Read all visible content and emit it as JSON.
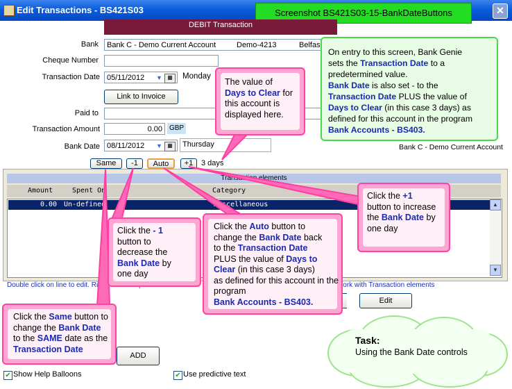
{
  "window": {
    "title": "Edit Transactions  -  BS421S03",
    "close_glyph": "✕",
    "screenshot_label": "Screenshot BS421S03-15-BankDateButtons"
  },
  "header": {
    "debit_transaction": "DEBIT Transaction"
  },
  "form": {
    "bank_label": "Bank",
    "bank_value": "Bank C - Demo Current Account",
    "bank_code": "Demo-4213",
    "bank_location": "Belfast",
    "cheque_label": "Cheque Number",
    "cheque_value": "",
    "trans_date_label": "Transaction Date",
    "trans_date_value": "05/11/2012",
    "trans_day": "Monday",
    "link_invoice": "Link to Invoice",
    "paid_to_label": "Paid to",
    "amount_label": "Transaction Amount",
    "amount_value": "0.00",
    "currency": "GBP",
    "bank_date_label": "Bank Date",
    "bank_date_value": "08/11/2012",
    "bank_day": "Thursday",
    "account_name": "Bank C - Demo Current Account"
  },
  "date_buttons": {
    "same": "Same",
    "minus": "-1",
    "auto": "Auto",
    "plus": "+1",
    "days": "3 days"
  },
  "grid": {
    "caption": "Transaction elements",
    "col_amount": "Amount",
    "col_spent_on": "Spent On",
    "col_category": "Category",
    "row_amount": "0.00",
    "row_spent_on": "Un-defined",
    "row_category": "Miscellaneous"
  },
  "hint": {
    "left": "Double click on line to edit. Right click for options",
    "right": "Work with Transaction elements"
  },
  "buttons": {
    "edit": "Edit",
    "add": "ADD"
  },
  "footer": {
    "show_help": "Show Help Balloons",
    "predictive": "Use predictive text",
    "check_glyph": "✔"
  },
  "callouts": {
    "days_to_clear": [
      "The value of",
      "Days to Clear",
      "for",
      "this account is",
      "displayed here."
    ],
    "info": {
      "p1": "On entry to this screen, Bank Genie",
      "p2": "sets the",
      "p2b": "Transaction Date",
      "p2c": "to a",
      "p3": "predetermined value.",
      "p4": "Bank Date",
      "p4b": "is also set - to the",
      "p5": "Transaction Date",
      "p5b": "PLUS the value of",
      "p6": "Days to Clear",
      "p6b": "(in this case 3 days) as",
      "p7": "defined for this account in the program",
      "p8": "Bank Accounts - BS403."
    },
    "plus": {
      "a": "Click the",
      "b": "+1",
      "c": "button to increase",
      "d": "the",
      "e": "Bank Date",
      "f": "by",
      "g": "one day"
    },
    "minus": {
      "a": "Click the",
      "b": "- 1",
      "c": "button to",
      "d": "decrease the",
      "e": "Bank Date",
      "f": "by",
      "g": "one day"
    },
    "auto": {
      "a": "Click the",
      "b": "Auto",
      "c": "button to",
      "d": "change the",
      "e": "Bank Date",
      "f": "back",
      "g": "to the",
      "h": "Transaction Date",
      "i": "PLUS the value of",
      "j": "Days to",
      "k": "Clear",
      "l": "(in this case 3 days)",
      "m": "as defined for this account in the",
      "n": "program",
      "o": "Bank Accounts - BS403."
    },
    "same": {
      "a": "Click the",
      "b": "Same",
      "c": "button to",
      "d": "change the",
      "e": "Bank Date",
      "f": "to the",
      "g": "SAME",
      "h": "date as the",
      "i": "Transaction Date"
    },
    "task_title": "Task:",
    "task_text": "Using the Bank Date controls"
  }
}
